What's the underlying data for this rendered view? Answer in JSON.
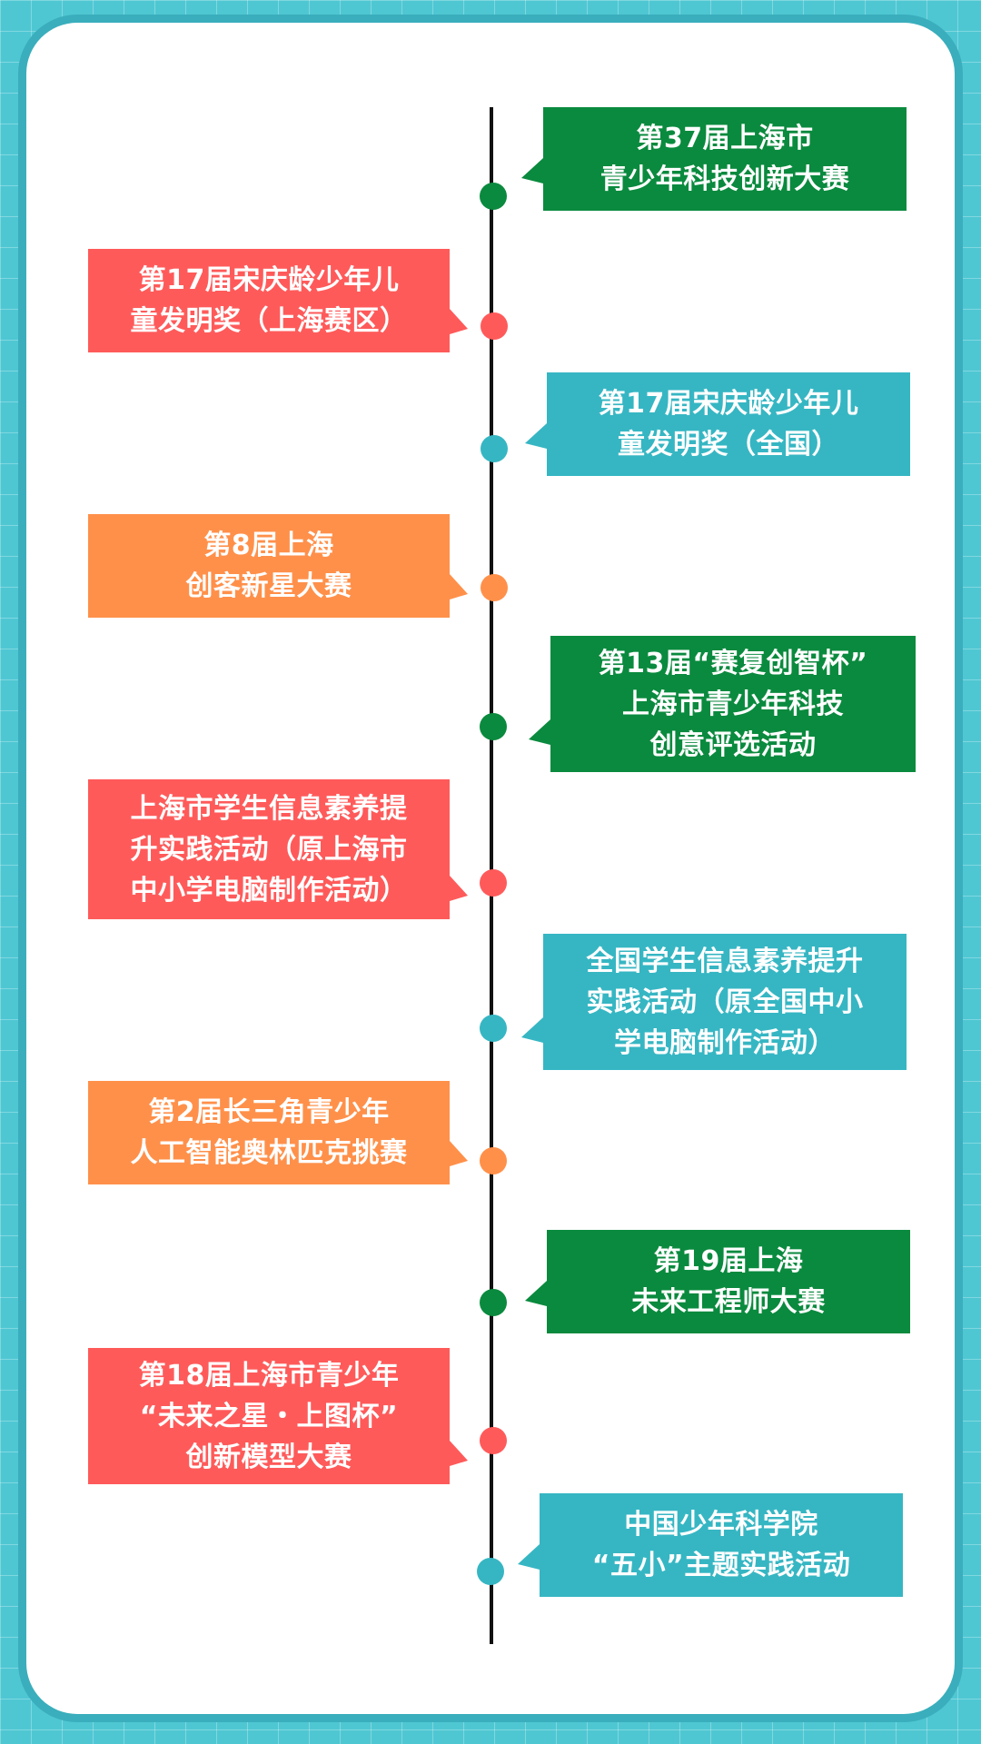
{
  "colors": {
    "green": "#0a8a3e",
    "red": "#ff5a5a",
    "teal": "#36b6c3",
    "orange": "#ff904a",
    "line": "#111111"
  },
  "events": [
    {
      "text": "第37届上海市\n青少年科技创新大赛",
      "color": "green",
      "side": "right"
    },
    {
      "text": "第17届宋庆龄少年儿\n童发明奖（上海赛区）",
      "color": "red",
      "side": "left"
    },
    {
      "text": "第17届宋庆龄少年儿\n童发明奖（全国）",
      "color": "teal",
      "side": "right"
    },
    {
      "text": "第8届上海\n创客新星大赛",
      "color": "orange",
      "side": "left"
    },
    {
      "text": "第13届“赛复创智杯”\n上海市青少年科技\n创意评选活动",
      "color": "green",
      "side": "right"
    },
    {
      "text": "上海市学生信息素养提\n升实践活动（原上海市\n中小学电脑制作活动）",
      "color": "red",
      "side": "left"
    },
    {
      "text": "全国学生信息素养提升\n实践活动（原全国中小\n学电脑制作活动）",
      "color": "teal",
      "side": "right"
    },
    {
      "text": "第2届长三角青少年\n人工智能奥林匹克挑赛",
      "color": "orange",
      "side": "left"
    },
    {
      "text": "第19届上海\n未来工程师大赛",
      "color": "green",
      "side": "right"
    },
    {
      "text": "第18届上海市青少年\n“未来之星・上图杯”\n创新模型大赛",
      "color": "red",
      "side": "left"
    },
    {
      "text": "中国少年科学院\n“五小”主题实践活动",
      "color": "teal",
      "side": "right"
    }
  ]
}
